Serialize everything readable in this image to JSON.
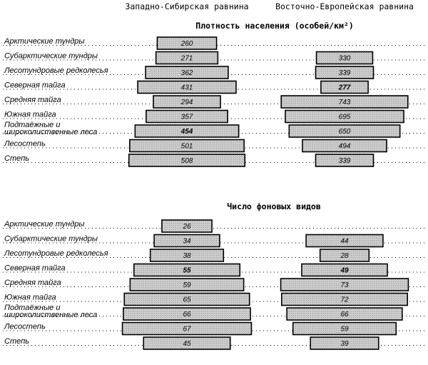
{
  "headers": {
    "west": "Западно-Сибирская равнина",
    "east": "Восточно-Европейская равнина"
  },
  "categories": [
    "Арктические тундры",
    "Субарктические тундры",
    "Лесотундровые редколесья",
    "Северная тайга",
    "Средняя тайга",
    "Южная тайга",
    "Подтаёжные и широколиственные леса",
    "Лесостепь",
    "Степь"
  ],
  "category_lines": [
    [
      "Арктические тундры"
    ],
    [
      "Субарктические тундры"
    ],
    [
      "Лесотундровые редколесья"
    ],
    [
      "Северная тайга"
    ],
    [
      "Средняя тайга"
    ],
    [
      "Южная тайга"
    ],
    [
      "Подтаёжные и",
      "широколиственные леса"
    ],
    [
      "Лесостепь"
    ],
    [
      "Степь"
    ]
  ],
  "colors": {
    "bar_fill": "#c4c4c4",
    "bar_stroke": "#000000"
  },
  "chart_data": [
    {
      "type": "bar",
      "orientation": "horizontal-centered",
      "title": "Плотность населения (особей/км²)",
      "categories": [
        "Арктические тундры",
        "Субарктические тундры",
        "Лесотундровые редколесья",
        "Северная тайга",
        "Средняя тайга",
        "Южная тайга",
        "Подтаёжные и широколиственные леса",
        "Лесостепь",
        "Степь"
      ],
      "series": [
        {
          "name": "Западно-Сибирская равнина",
          "values": [
            260,
            271,
            362,
            431,
            294,
            357,
            454,
            501,
            508
          ],
          "bold": [
            false,
            false,
            false,
            false,
            false,
            false,
            true,
            false,
            false
          ]
        },
        {
          "name": "Восточно-Европейская равнина",
          "values": [
            null,
            330,
            339,
            277,
            743,
            695,
            650,
            494,
            339
          ],
          "bold": [
            false,
            false,
            false,
            true,
            false,
            false,
            false,
            false,
            false
          ]
        }
      ]
    },
    {
      "type": "bar",
      "orientation": "horizontal-centered",
      "title": "Число фоновых видов",
      "categories": [
        "Арктические тундры",
        "Субарктические тундры",
        "Лесотундровые редколесья",
        "Северная тайга",
        "Средняя тайга",
        "Южная тайга",
        "Подтаёжные и широколиственные леса",
        "Лесостепь",
        "Степь"
      ],
      "series": [
        {
          "name": "Западно-Сибирская равнина",
          "values": [
            26,
            34,
            38,
            55,
            59,
            65,
            66,
            67,
            45
          ],
          "bold": [
            false,
            false,
            false,
            true,
            false,
            false,
            false,
            false,
            false
          ]
        },
        {
          "name": "Восточно-Европейская равнина",
          "values": [
            null,
            44,
            28,
            49,
            73,
            72,
            66,
            59,
            39
          ],
          "bold": [
            false,
            false,
            false,
            true,
            false,
            false,
            false,
            false,
            false
          ]
        }
      ]
    }
  ]
}
